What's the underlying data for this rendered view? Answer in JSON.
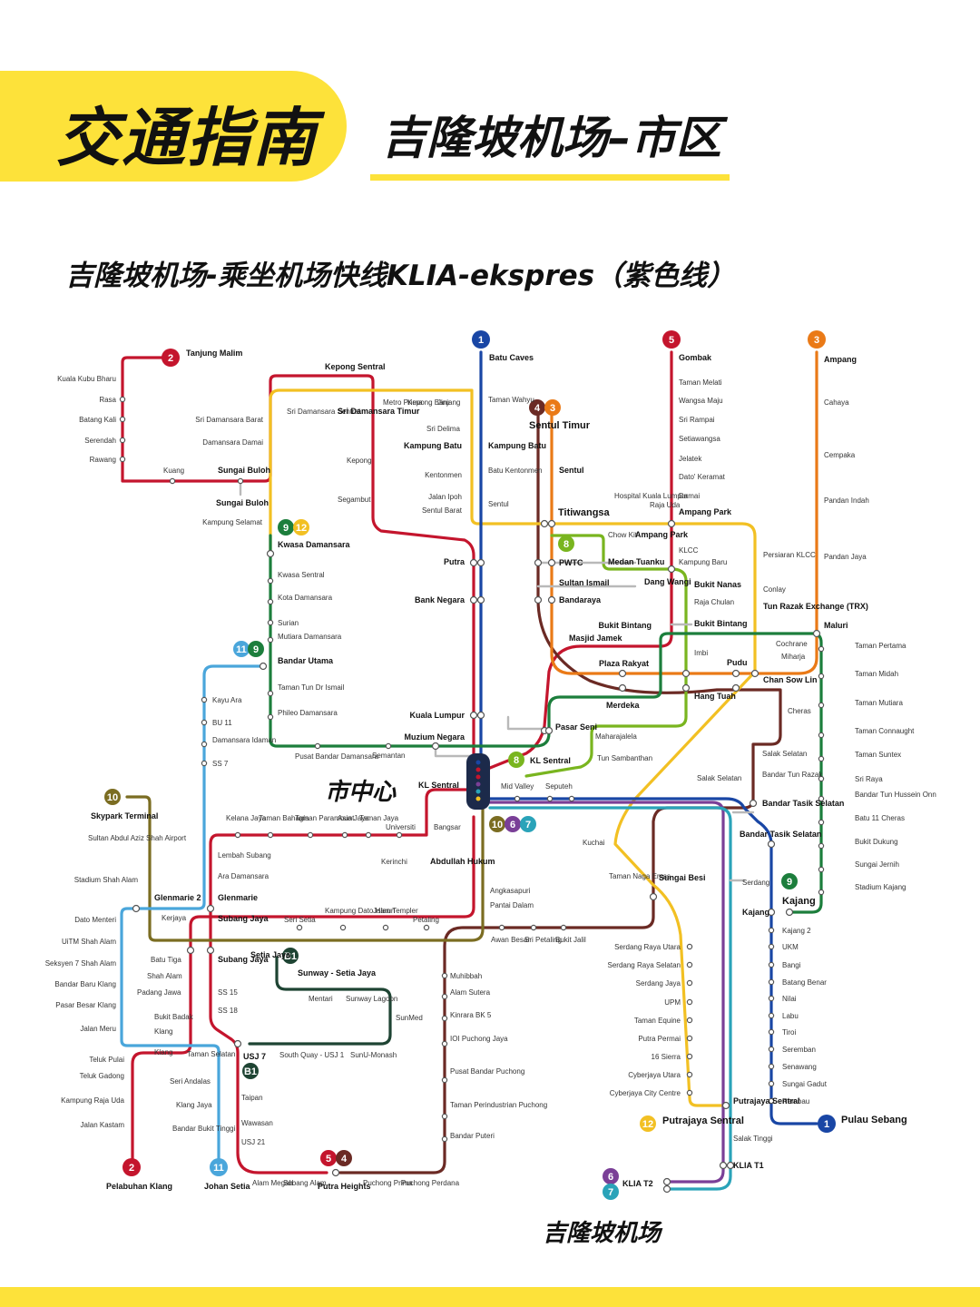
{
  "header": {
    "tag": "交通指南",
    "route": "吉隆坡机场–市区",
    "subtitle": "吉隆坡机场-乘坐机场快线KLIA-ekspres（紫色线）"
  },
  "annotations": {
    "city_center": "市中心",
    "airport": "吉隆坡机场"
  },
  "colors": {
    "accent_yellow": "#fde23a",
    "line1": "#1946a5",
    "line2": "#c4152d",
    "line3": "#ea7a17",
    "line4": "#6b2a24",
    "line5": "#c4152d",
    "line6": "#7a3f97",
    "line7": "#2aa3b9",
    "line8": "#79b51f",
    "line9": "#1c7e3c",
    "line10": "#7b6d22",
    "line11": "#4aa6db",
    "line12": "#f2c023",
    "sunway": "#1e4433"
  },
  "lines": {
    "l1": "1",
    "l2": "2",
    "l3": "3",
    "l4": "4",
    "l5": "5",
    "l6": "6",
    "l7": "7",
    "l8": "8",
    "l9": "9",
    "l10": "10",
    "l11": "11",
    "l12": "12",
    "b1": "B1"
  },
  "stations": {
    "tanjung_malim": "Tanjung Malim",
    "kuala_kubu_bharu": "Kuala Kubu Bharu",
    "rasa": "Rasa",
    "batang_kali": "Batang Kali",
    "serendah": "Serendah",
    "rawang": "Rawang",
    "kuang": "Kuang",
    "sungai_buloh": "Sungai Buloh",
    "sungai_buloh2": "Sungai Buloh",
    "kampung_selamat": "Kampung Selamat",
    "kepong_sentral": "Kepong Sentral",
    "sri_damansara_barat": "Sri Damansara Barat",
    "damansara_damai": "Damansara Damai",
    "sri_damansara_sentral": "Sri Damansara Sentral",
    "sri_damansara_timur": "Sri Damansara Timur",
    "metro_prima": "Metro Prima",
    "kepong_baru": "Kepong Baru",
    "jinjang": "Jinjang",
    "sri_delima": "Sri Delima",
    "kepong": "Kepong",
    "segambut": "Segambut",
    "kampung_batu": "Kampung Batu",
    "kentonmen": "Kentonmen",
    "jalan_ipoh": "Jalan Ipoh",
    "sentul_barat": "Sentul Barat",
    "batu_caves": "Batu Caves",
    "taman_wahyu": "Taman Wahyu",
    "kampung_batu2": "Kampung Batu",
    "batu_kentonmen": "Batu Kentonmen",
    "sentul": "Sentul",
    "sentul_timur": "Sentul Timur",
    "sentul2": "Sentul",
    "titiwangsa": "Titiwangsa",
    "putra": "Putra",
    "bank_negara": "Bank Negara",
    "pwtc": "PWTC",
    "sultan_ismail": "Sultan Ismail",
    "bandaraya": "Bandaraya",
    "masjid_jamek": "Masjid Jamek",
    "kuala_lumpur": "Kuala Lumpur",
    "muzium_negara": "Muzium Negara",
    "pasar_seni": "Pasar Seni",
    "kl_sentral": "KL Sentral",
    "kl_sentral2": "KL Sentral",
    "gombak": "Gombak",
    "taman_melati": "Taman Melati",
    "wangsa_maju": "Wangsa Maju",
    "sri_rampai": "Sri Rampai",
    "setiawangsa": "Setiawangsa",
    "jelatek": "Jelatek",
    "dato_keramat": "Dato' Keramat",
    "damai": "Damai",
    "ampang_park": "Ampang Park",
    "hospital_kl": "Hospital Kuala Lumpur",
    "raja_uda": "Raja Uda",
    "chow_kit": "Chow Kit",
    "ampang_park2": "Ampang Park",
    "medan_tuanku": "Medan Tuanku",
    "klcc": "KLCC",
    "kampung_baru": "Kampung Baru",
    "dang_wangi": "Dang Wangi",
    "bukit_nanas": "Bukit Nanas",
    "raja_chulan": "Raja Chulan",
    "bukit_bintang": "Bukit Bintang",
    "bukit_bintang2": "Bukit Bintang",
    "imbi": "Imbi",
    "plaza_rakyat": "Plaza Rakyat",
    "merdeka": "Merdeka",
    "hang_tuah": "Hang Tuah",
    "pudu": "Pudu",
    "maharajalela": "Maharajalela",
    "tun_sambanthan": "Tun Sambanthan",
    "ampang": "Ampang",
    "cahaya": "Cahaya",
    "cempaka": "Cempaka",
    "pandan_indah": "Pandan Indah",
    "pandan_jaya": "Pandan Jaya",
    "persiaran_klcc": "Persiaran KLCC",
    "conlay": "Conlay",
    "trx": "Tun Razak Exchange (TRX)",
    "maluri": "Maluri",
    "cochrane": "Cochrane",
    "miharja": "Miharja",
    "chan_sow_lin": "Chan Sow Lin",
    "cheras": "Cheras",
    "salak_selatan": "Salak Selatan",
    "bandar_tun_razak": "Bandar Tun Razak",
    "bandar_tasik_selatan": "Bandar Tasik Selatan",
    "bandar_tasik_selatan2": "Bandar Tasik Selatan",
    "salak_selatan2": "Salak Selatan",
    "taman_pertama": "Taman Pertama",
    "taman_midah": "Taman Midah",
    "taman_mutiara": "Taman Mutiara",
    "taman_connaught": "Taman Connaught",
    "taman_suntex": "Taman Suntex",
    "sri_raya": "Sri Raya",
    "bandar_tun_hussein_onn": "Bandar Tun Hussein Onn",
    "batu_11_cheras": "Batu 11 Cheras",
    "bukit_dukung": "Bukit Dukung",
    "sungai_jernih": "Sungai Jernih",
    "stadium_kajang": "Stadium Kajang",
    "kajang": "Kajang",
    "kajang2": "Kajang",
    "serdang": "Serdang",
    "kajang_2": "Kajang 2",
    "ukm": "UKM",
    "bangi": "Bangi",
    "batang_benar": "Batang Benar",
    "nilai": "Nilai",
    "labu": "Labu",
    "tiroi": "Tiroi",
    "seremban": "Seremban",
    "senawang": "Senawang",
    "sungai_gadut": "Sungai Gadut",
    "rembau": "Rembau",
    "pulau_sebang": "Pulau Sebang",
    "kwasa_damansara": "Kwasa Damansara",
    "kwasa_sentral": "Kwasa Sentral",
    "kota_damansara": "Kota Damansara",
    "surian": "Surian",
    "mutiara_damansara": "Mutiara Damansara",
    "bandar_utama": "Bandar Utama",
    "ttdi": "Taman Tun Dr Ismail",
    "phileo_damansara": "Phileo Damansara",
    "pusat_bandar_damansara": "Pusat Bandar Damansara",
    "semantan": "Semantan",
    "kayu_ara": "Kayu Ara",
    "bu11": "BU 11",
    "damansara_idaman": "Damansara Idaman",
    "ss7": "SS 7",
    "kelana_jaya": "Kelana Jaya",
    "taman_bahagia": "Taman Bahagia",
    "taman_paramount": "Taman Paramount",
    "asia_jaya": "Asia Jaya",
    "taman_jaya": "Taman Jaya",
    "universiti": "Universiti",
    "bangsar": "Bangsar",
    "mid_valley": "Mid Valley",
    "seputeh": "Seputeh",
    "kerinchi": "Kerinchi",
    "abdullah_hukum": "Abdullah Hukum",
    "angkasapuri": "Angkasapuri",
    "pantai_dalam": "Pantai Dalam",
    "lembah_subang": "Lembah Subang",
    "ara_damansara": "Ara Damansara",
    "glenmarie": "Glenmarie",
    "glenmarie2": "Glenmarie 2",
    "kerjaya": "Kerjaya",
    "subang_jaya": "Subang Jaya",
    "subang_jaya2": "Subang Jaya",
    "seri_setia": "Seri Setia",
    "kampung_dato_harun": "Kampung Dato Harun",
    "jalan_templer": "Jalan Templer",
    "petaling": "Petaling",
    "setia_jaya": "Setia Jaya",
    "sunway_setia_jaya": "Sunway - Setia Jaya",
    "mentari": "Mentari",
    "sunway_lagoon": "Sunway Lagoon",
    "sunmed": "SunMed",
    "south_quay": "South Quay - USJ 1",
    "sunu_monash": "SunU-Monash",
    "usj7": "USJ 7",
    "ss15": "SS 15",
    "ss18": "SS 18",
    "taipan": "Taipan",
    "wawasan": "Wawasan",
    "usj21": "USJ 21",
    "alam_megah": "Alam Megah",
    "subang_alam": "Subang Alam",
    "putra_heights": "Putra Heights",
    "puchong_prima": "Puchong Prima",
    "puchong_perdana": "Puchong Perdana",
    "skypark_terminal": "Skypark Terminal",
    "sultan_abdul_aziz_shah_airport": "Sultan Abdul Aziz Shah Airport",
    "stadium_shah_alam": "Stadium Shah Alam",
    "dato_menteri": "Dato Menteri",
    "uitm_shah_alam": "UiTM Shah Alam",
    "seksyen7": "Seksyen 7 Shah Alam",
    "bandar_baru_klang": "Bandar Baru Klang",
    "pasar_besar_klang": "Pasar Besar Klang",
    "jalan_meru": "Jalan Meru",
    "batu_tiga": "Batu Tiga",
    "shah_alam": "Shah Alam",
    "padang_jawa": "Padang Jawa",
    "bukit_badak": "Bukit Badak",
    "klang": "Klang",
    "klang2": "Klang",
    "teluk_pulai": "Teluk Pulai",
    "teluk_gadong": "Teluk Gadong",
    "kampung_raja_uda": "Kampung Raja Uda",
    "jalan_kastam": "Jalan Kastam",
    "pelabuhan_klang": "Pelabuhan Klang",
    "taman_selatan": "Taman Selatan",
    "seri_andalas": "Seri Andalas",
    "klang_jaya": "Klang Jaya",
    "bandar_bukit_tinggi": "Bandar Bukit Tinggi",
    "johan_setia": "Johan Setia",
    "awan_besar": "Awan Besar",
    "sri_petaling": "Sri Petaling",
    "bukit_jalil": "Bukit Jalil",
    "muhibbah": "Muhibbah",
    "alam_sutera": "Alam Sutera",
    "kinrara": "Kinrara BK 5",
    "ioi_puchong_jaya": "IOI Puchong Jaya",
    "pusat_bandar_puchong": "Pusat Bandar Puchong",
    "taman_perindustrian_puchong": "Taman Perindustrian Puchong",
    "bandar_puteri": "Bandar Puteri",
    "kuchai": "Kuchai",
    "taman_naga_emas": "Taman Naga Emas",
    "sungai_besi": "Sungai Besi",
    "serdang_raya_utara": "Serdang Raya Utara",
    "serdang_raya_selatan": "Serdang Raya Selatan",
    "serdang_jaya": "Serdang Jaya",
    "upm": "UPM",
    "taman_equine": "Taman Equine",
    "putra_permai": "Putra Permai",
    "sierra16": "16 Sierra",
    "cyberjaya_utara": "Cyberjaya Utara",
    "cyberjaya_city_centre": "Cyberjaya City Centre",
    "putrajaya_sentral": "Putrajaya Sentral",
    "putrajaya_sentral2": "Putrajaya Sentral",
    "salak_tinggi": "Salak Tinggi",
    "klia_t1": "KLIA T1",
    "klia_t2": "KLIA T2"
  }
}
